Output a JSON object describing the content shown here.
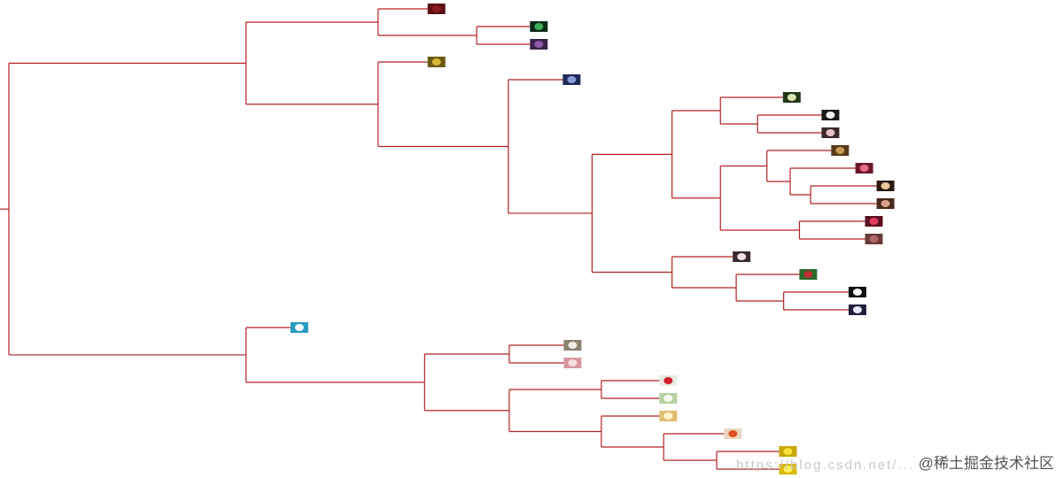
{
  "diagram": {
    "type": "dendrogram",
    "line_color": "#b22222"
  },
  "leaves": [
    {
      "id": "L1",
      "icon": "dark-red-flower-thumbnail",
      "colors": [
        "#5a0f12",
        "#8b1a1e"
      ]
    },
    {
      "id": "L2",
      "icon": "green-leaf-thumbnail",
      "colors": [
        "#0b2a16",
        "#3fae5a"
      ]
    },
    {
      "id": "L3",
      "icon": "purple-flower-thumbnail",
      "colors": [
        "#3a2248",
        "#8a5aa8"
      ]
    },
    {
      "id": "L4",
      "icon": "yellow-striped-thumbnail",
      "colors": [
        "#6b5a12",
        "#d8b83a"
      ]
    },
    {
      "id": "L5",
      "icon": "blue-flowers-thumbnail",
      "colors": [
        "#1f2a55",
        "#8a9ad8"
      ]
    },
    {
      "id": "L6",
      "icon": "white-green-thumbnail",
      "colors": [
        "#203a18",
        "#d9e6b0"
      ]
    },
    {
      "id": "L7",
      "icon": "white-flower-thumbnail",
      "colors": [
        "#1a1a1a",
        "#f0f0f0"
      ]
    },
    {
      "id": "L8",
      "icon": "pink-white-flower-thumbnail",
      "colors": [
        "#3a2a2a",
        "#e8c0c8"
      ]
    },
    {
      "id": "L9",
      "icon": "brown-flower-thumbnail",
      "colors": [
        "#5a3a1a",
        "#c89a5a"
      ]
    },
    {
      "id": "L10",
      "icon": "pink-red-flower-thumbnail",
      "colors": [
        "#6a1a2a",
        "#e86a8a"
      ]
    },
    {
      "id": "L11",
      "icon": "peach-round-flower-thumbnail",
      "colors": [
        "#2a1a10",
        "#e8c89a"
      ]
    },
    {
      "id": "L12",
      "icon": "brown-pink-thumbnail",
      "colors": [
        "#4a2a1a",
        "#d8a08a"
      ]
    },
    {
      "id": "L13",
      "icon": "red-white-thumbnail",
      "colors": [
        "#5a1020",
        "#e04060"
      ]
    },
    {
      "id": "L14",
      "icon": "muted-red-thumbnail",
      "colors": [
        "#6a3a3a",
        "#b06a6a"
      ]
    },
    {
      "id": "L15",
      "icon": "pink-white-petals-thumbnail",
      "colors": [
        "#3a2a30",
        "#f0e0e8"
      ]
    },
    {
      "id": "L16",
      "icon": "red-green-field-thumbnail",
      "colors": [
        "#2a6a2a",
        "#c03030"
      ]
    },
    {
      "id": "L17",
      "icon": "white-daisy-thumbnail",
      "colors": [
        "#101010",
        "#f4f4f4"
      ]
    },
    {
      "id": "L18",
      "icon": "white-purple-thumbnail",
      "colors": [
        "#20203a",
        "#e8e8f8"
      ]
    },
    {
      "id": "L19",
      "icon": "white-on-cyan-thumbnail",
      "colors": [
        "#2a9ac0",
        "#f4fbff"
      ]
    },
    {
      "id": "L20",
      "icon": "beige-white-flowers-thumbnail",
      "colors": [
        "#8a8070",
        "#f0ece0"
      ]
    },
    {
      "id": "L21",
      "icon": "light-pink-thumbnail",
      "colors": [
        "#d898a0",
        "#f8dde0"
      ]
    },
    {
      "id": "L22",
      "icon": "red-on-white-thumbnail",
      "colors": [
        "#e8ece0",
        "#d02030"
      ]
    },
    {
      "id": "L23",
      "icon": "white-green-petals-thumbnail",
      "colors": [
        "#b8d0a0",
        "#fafaf2"
      ]
    },
    {
      "id": "L24",
      "icon": "yellow-white-thumbnail",
      "colors": [
        "#e0c070",
        "#fff4d0"
      ]
    },
    {
      "id": "L25",
      "icon": "beige-red-thumbnail",
      "colors": [
        "#e8d8c0",
        "#e05020"
      ]
    },
    {
      "id": "L26",
      "icon": "yellow-flower-thumbnail",
      "colors": [
        "#c8a800",
        "#f8e040"
      ]
    },
    {
      "id": "L27",
      "icon": "bright-yellow-thumbnail",
      "colors": [
        "#d8b800",
        "#fff060"
      ]
    }
  ],
  "tree": {
    "h": 1.0,
    "children": [
      {
        "h": 0.745,
        "children": [
          {
            "h": 0.603,
            "children": [
              "L1",
              {
                "h": 0.497,
                "children": [
                  "L2",
                  "L3"
                ]
              }
            ]
          },
          {
            "h": 0.603,
            "children": [
              "L4",
              {
                "h": 0.463,
                "children": [
                  "L5",
                  {
                    "h": 0.373,
                    "children": [
                      {
                        "h": 0.287,
                        "children": [
                          {
                            "h": 0.235,
                            "children": [
                              "L6",
                              {
                                "h": 0.195,
                                "children": [
                                  "L7",
                                  "L8"
                                ]
                              }
                            ]
                          },
                          {
                            "h": 0.235,
                            "children": [
                              {
                                "h": 0.185,
                                "children": [
                                  "L9",
                                  {
                                    "h": 0.16,
                                    "children": [
                                      "L10",
                                      {
                                        "h": 0.138,
                                        "children": [
                                          "L11",
                                          "L12"
                                        ]
                                      }
                                    ]
                                  }
                                ]
                              },
                              {
                                "h": 0.15,
                                "children": [
                                  "L13",
                                  "L14"
                                ]
                              }
                            ]
                          }
                        ]
                      },
                      {
                        "h": 0.287,
                        "children": [
                          "L15",
                          {
                            "h": 0.218,
                            "children": [
                              "L16",
                              {
                                "h": 0.167,
                                "children": [
                                  "L17",
                                  "L18"
                                ]
                              }
                            ]
                          }
                        ]
                      }
                    ]
                  }
                ]
              }
            ]
          }
        ]
      },
      {
        "h": 0.745,
        "children": [
          "L19",
          {
            "h": 0.553,
            "children": [
              {
                "h": 0.462,
                "children": [
                  "L20",
                  "L21"
                ]
              },
              {
                "h": 0.462,
                "children": [
                  {
                    "h": 0.363,
                    "children": [
                      "L22",
                      "L23"
                    ]
                  },
                  {
                    "h": 0.363,
                    "children": [
                      "L24",
                      {
                        "h": 0.296,
                        "children": [
                          "L25",
                          {
                            "h": 0.239,
                            "children": [
                              "L26",
                              "L27"
                            ]
                          }
                        ]
                      }
                    ]
                  }
                ]
              }
            ]
          }
        ]
      }
    ]
  },
  "watermark": {
    "url_text": "https://blog.csdn.net/...",
    "brand_text": "@稀土掘金技术社区"
  }
}
